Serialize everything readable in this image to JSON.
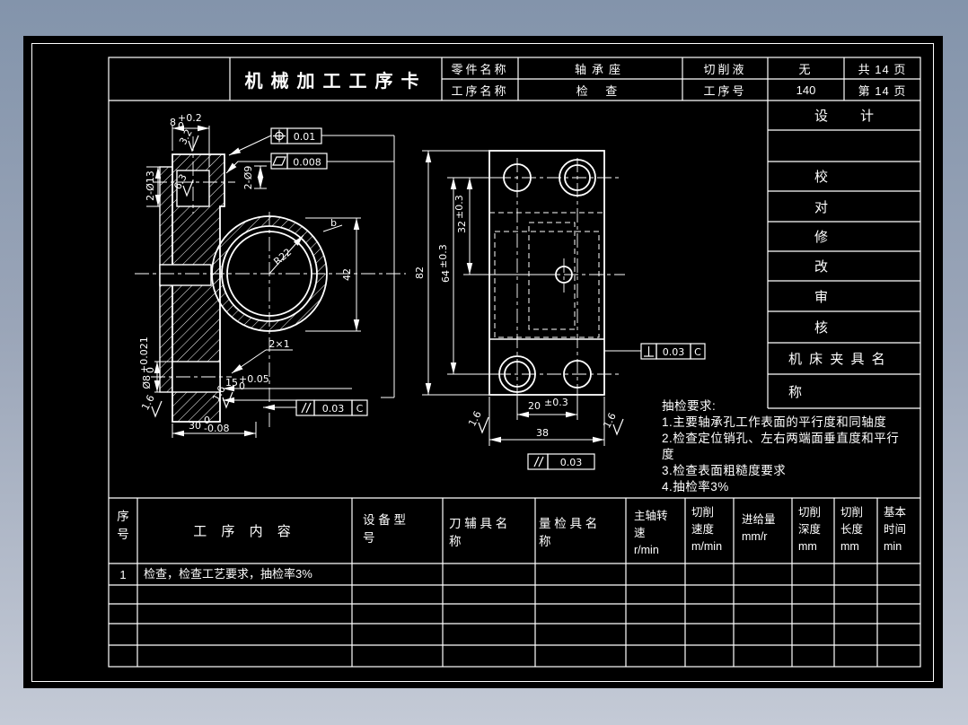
{
  "colors": {
    "background_top": "#8394ab",
    "background_bottom": "#c4cad6",
    "canvas": "#000000",
    "line": "#ffffff"
  },
  "header": {
    "title": "机械加工工序卡",
    "part_name_label": "零件名称",
    "part_name": "轴承座",
    "process_name_label": "工序名称",
    "process_name": "检 查",
    "coolant_label": "切削液",
    "coolant": "无",
    "process_no_label": "工序号",
    "process_no": "140",
    "pages_total": "共 14 页",
    "page_current": "第 14 页"
  },
  "sign_column": {
    "rows": [
      "设计",
      "",
      "校",
      "对",
      "修",
      "改",
      "审",
      "核",
      "机 床 夹 具 名",
      "称"
    ]
  },
  "notes": {
    "title": "抽检要求:",
    "lines": [
      "1.主要轴承孔工作表面的平行度和同轴度",
      "2.检查定位销孔、左右两端面垂直度和平行",
      "度",
      "3.检查表面粗糙度要求",
      "4.抽检率3%"
    ]
  },
  "process_table": {
    "columns": [
      {
        "l1": "序",
        "l2": "号",
        "l3": ""
      },
      {
        "l1": "工  序  内  容",
        "l2": "",
        "l3": ""
      },
      {
        "l1": "设 备 型",
        "l2": "号",
        "l3": ""
      },
      {
        "l1": "刀 辅 具 名",
        "l2": "称",
        "l3": ""
      },
      {
        "l1": "量 检 具 名",
        "l2": "称",
        "l3": ""
      },
      {
        "l1": "主轴转",
        "l2": "速",
        "l3": "r/min"
      },
      {
        "l1": "切削",
        "l2": "速度",
        "l3": "m/min"
      },
      {
        "l1": "进给量",
        "l2": "mm/r",
        "l3": ""
      },
      {
        "l1": "切削",
        "l2": "深度",
        "l3": "mm"
      },
      {
        "l1": "切削",
        "l2": "长度",
        "l3": "mm"
      },
      {
        "l1": "基本",
        "l2": "时间",
        "l3": "min"
      }
    ],
    "rows": [
      {
        "seq": "1",
        "content": "检查，检查工艺要求，抽检率3%"
      }
    ]
  },
  "drawing": {
    "left_view": {
      "dim8": {
        "nom": "8",
        "sup": "+0.2",
        "sub": "0"
      },
      "rough_top": "3.2",
      "rough_hole": "6.3",
      "holes13": "2-Ø13",
      "holes9": "2-Ø9",
      "gdt_position": {
        "value": "0.01"
      },
      "gdt_flatness": {
        "value": "0.008"
      },
      "radius": "R22",
      "label_b": "b",
      "chamfer": "2×1",
      "dim42": "42",
      "dim15": {
        "nom": "15",
        "sup": "+0.05",
        "sub": "0"
      },
      "dim_bore": {
        "nom": "Ø8",
        "sup": "+0.021",
        "sub": "0"
      },
      "dim30": {
        "nom": "30",
        "sup": "0",
        "sub": "-0.08"
      },
      "rough_left": "1.6",
      "rough_right": "1.6",
      "gdt_parallel": {
        "value": "0.03",
        "datum": "C"
      }
    },
    "right_view": {
      "dim82": "82",
      "dim64": {
        "nom": "64",
        "tol": "±0.3"
      },
      "dim32": {
        "nom": "32",
        "tol": "±0.3"
      },
      "dim20": {
        "nom": "20",
        "tol": "±0.3"
      },
      "dim38": "38",
      "rough_left": "1.6",
      "rough_right": "1.6",
      "gdt_perp": {
        "value": "0.03",
        "datum": "C"
      },
      "gdt_parallel": {
        "value": "0.03"
      }
    }
  }
}
